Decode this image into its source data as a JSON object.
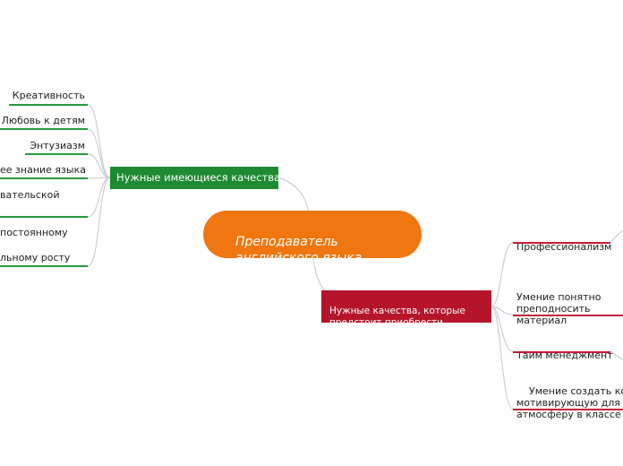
{
  "mindmap": {
    "central": {
      "label": "Преподаватель\nанглийского языка",
      "color": "#f0760f"
    },
    "branch_green": {
      "label": "Нужные имеющиеся качества",
      "color": "#1e8a31",
      "leaves": [
        "Креативность",
        "Любовь к детям",
        "Энтузиазм",
        "ее знание языка",
        "вательской",
        "постоянному",
        "льному росту"
      ]
    },
    "branch_red": {
      "label": "Нужные качества, которые\nпредстоит приобрести",
      "color": "#b5152b",
      "leaves": [
        "Профессионализм",
        "Умение понятно\nпреподносить\nматериал",
        "Тайм менеджмент",
        "Умение создать комф\nмотивирующую для о\nатмосферу в классе"
      ]
    }
  }
}
